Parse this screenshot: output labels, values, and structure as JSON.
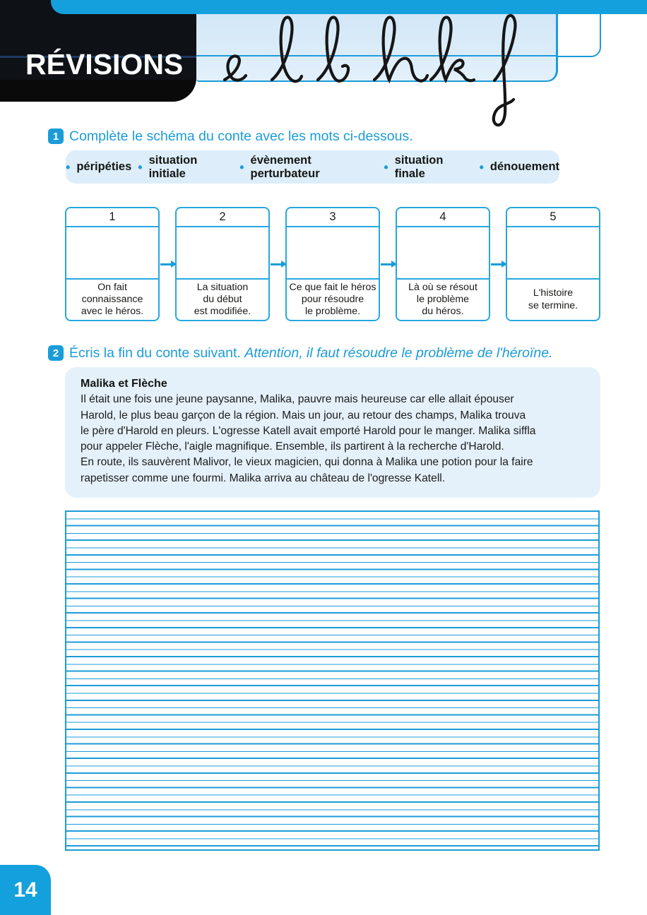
{
  "page": {
    "number": "14"
  },
  "header": {
    "banner_title": "RÉVISIONS",
    "cursive_letters": [
      "e",
      "l",
      "b",
      "h",
      "k",
      "f"
    ]
  },
  "exercise1": {
    "badge": "1",
    "instruction": "Complète le schéma du conte avec les mots ci-dessous.",
    "bullet": "•",
    "word_bank": [
      "péripéties",
      "situation initiale",
      "évènement perturbateur",
      "situation finale",
      "dénouement"
    ],
    "schema_boxes": [
      {
        "number": "1",
        "caption_lines": [
          "On fait",
          "connaissance",
          "avec le héros."
        ]
      },
      {
        "number": "2",
        "caption_lines": [
          "La situation",
          "du début",
          "est modifiée."
        ]
      },
      {
        "number": "3",
        "caption_lines": [
          "Ce que fait le héros",
          "pour résoudre",
          "le problème."
        ]
      },
      {
        "number": "4",
        "caption_lines": [
          "Là où se résout",
          "le problème",
          "du héros."
        ]
      },
      {
        "number": "5",
        "caption_lines": [
          "L'histoire",
          "se termine."
        ]
      }
    ]
  },
  "exercise2": {
    "badge": "2",
    "instruction": "Écris la fin du conte suivant.",
    "instruction_emphasis": "Attention, il faut résoudre le problème de l'héroïne.",
    "story": {
      "title": "Malika et Flèche",
      "lines": [
        "Il était une fois une jeune paysanne, Malika, pauvre mais heureuse car elle allait épouser",
        "Harold, le plus beau garçon de la région. Mais un jour, au retour des champs, Malika trouva",
        "le père d'Harold en pleurs. L'ogresse Katell avait emporté Harold pour le manger. Malika siffla",
        "pour appeler Flèche, l'aigle magnifique. Ensemble, ils partirent à la recherche d'Harold.",
        "En route, ils sauvèrent Malivor, le vieux magicien, qui donna à Malika une potion pour la faire",
        "rapetisser comme une fourmi. Malika arriva au château de l'ogresse Katell."
      ]
    }
  },
  "colors": {
    "accent": "#1b9cd8",
    "cyan_bar": "#14a0dc",
    "light_blue_fill": "#ddeefa",
    "story_fill": "#e4f1fb",
    "banner_black": "#0e1116"
  }
}
